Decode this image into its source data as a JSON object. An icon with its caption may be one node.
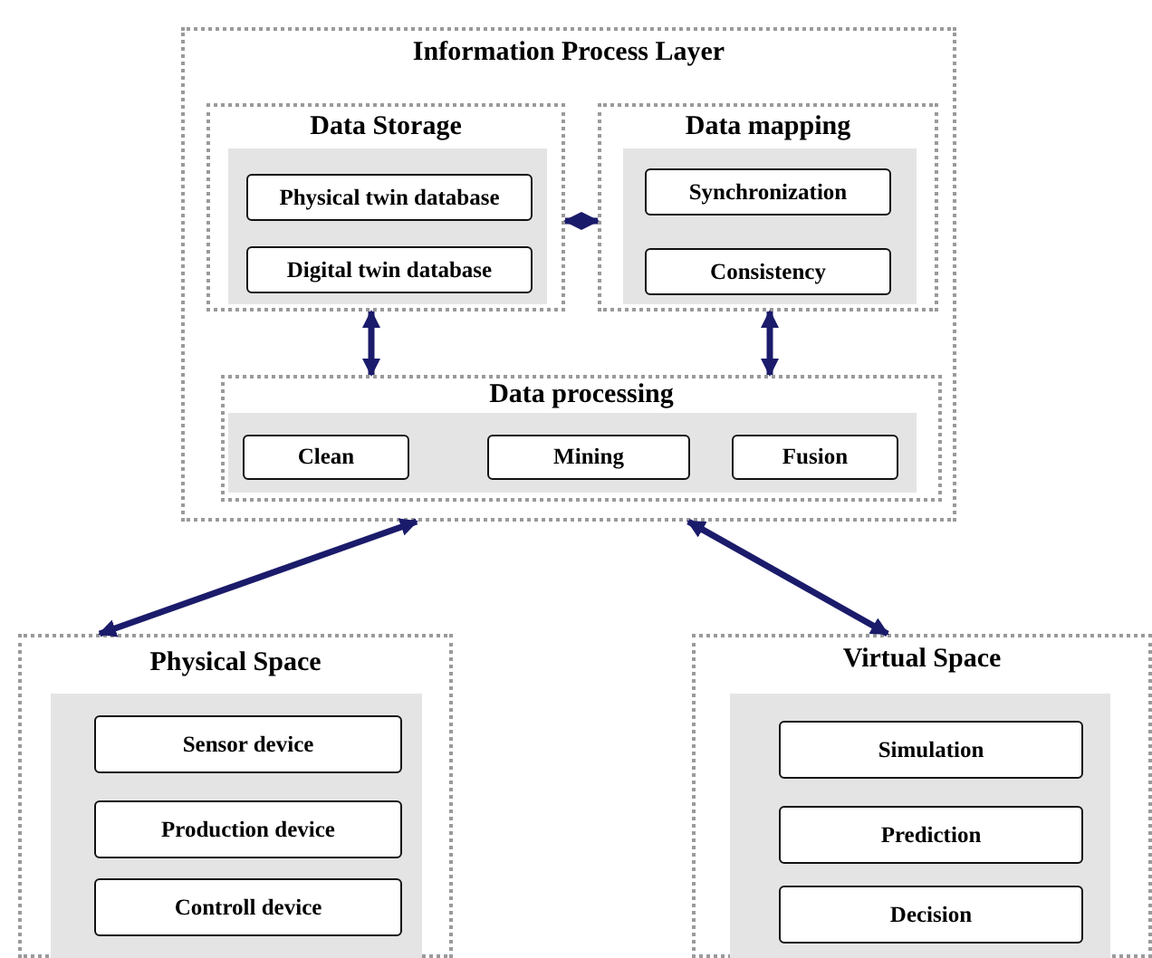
{
  "diagram": {
    "nodes": [
      {
        "text": [
          "Information Process Layer"
        ]
      },
      {
        "text": [
          "Data Storage"
        ],
        "in": 0
      },
      {
        "text": [
          "Physical twin database"
        ],
        "in": 1
      },
      {
        "text": [
          "Digital twin database"
        ],
        "in": 1
      },
      {
        "text": [
          "Data mapping"
        ],
        "in": 0
      },
      {
        "text": [
          "Synchronization"
        ],
        "in": 4
      },
      {
        "text": [
          "Consistency"
        ],
        "in": 4
      },
      {
        "text": [
          "Data processing"
        ],
        "in": 0
      },
      {
        "text": [
          "Clean"
        ],
        "in": 7
      },
      {
        "text": [
          "Mining"
        ],
        "in": 7
      },
      {
        "text": [
          "Fusion"
        ],
        "in": 7
      },
      {
        "text": [
          "Physical Space"
        ]
      },
      {
        "text": [
          "Sensor device"
        ],
        "in": 11
      },
      {
        "text": [
          "Production device"
        ],
        "in": 11
      },
      {
        "text": [
          "Controll device"
        ],
        "in": 11
      },
      {
        "text": [
          "Virtual Space"
        ]
      },
      {
        "text": [
          "Simulation"
        ],
        "in": 15
      },
      {
        "text": [
          "Prediction"
        ],
        "in": 15
      },
      {
        "text": [
          "Decision"
        ],
        "in": 15
      }
    ],
    "edges": [
      {
        "from": 1,
        "to": 4,
        "arrow": "both"
      },
      {
        "from": 1,
        "to": 7,
        "arrow": "both"
      },
      {
        "from": 4,
        "to": 7,
        "arrow": "both"
      },
      {
        "from": 11,
        "to": 0,
        "arrow": "both"
      },
      {
        "from": 15,
        "to": 0,
        "arrow": "both"
      }
    ]
  }
}
